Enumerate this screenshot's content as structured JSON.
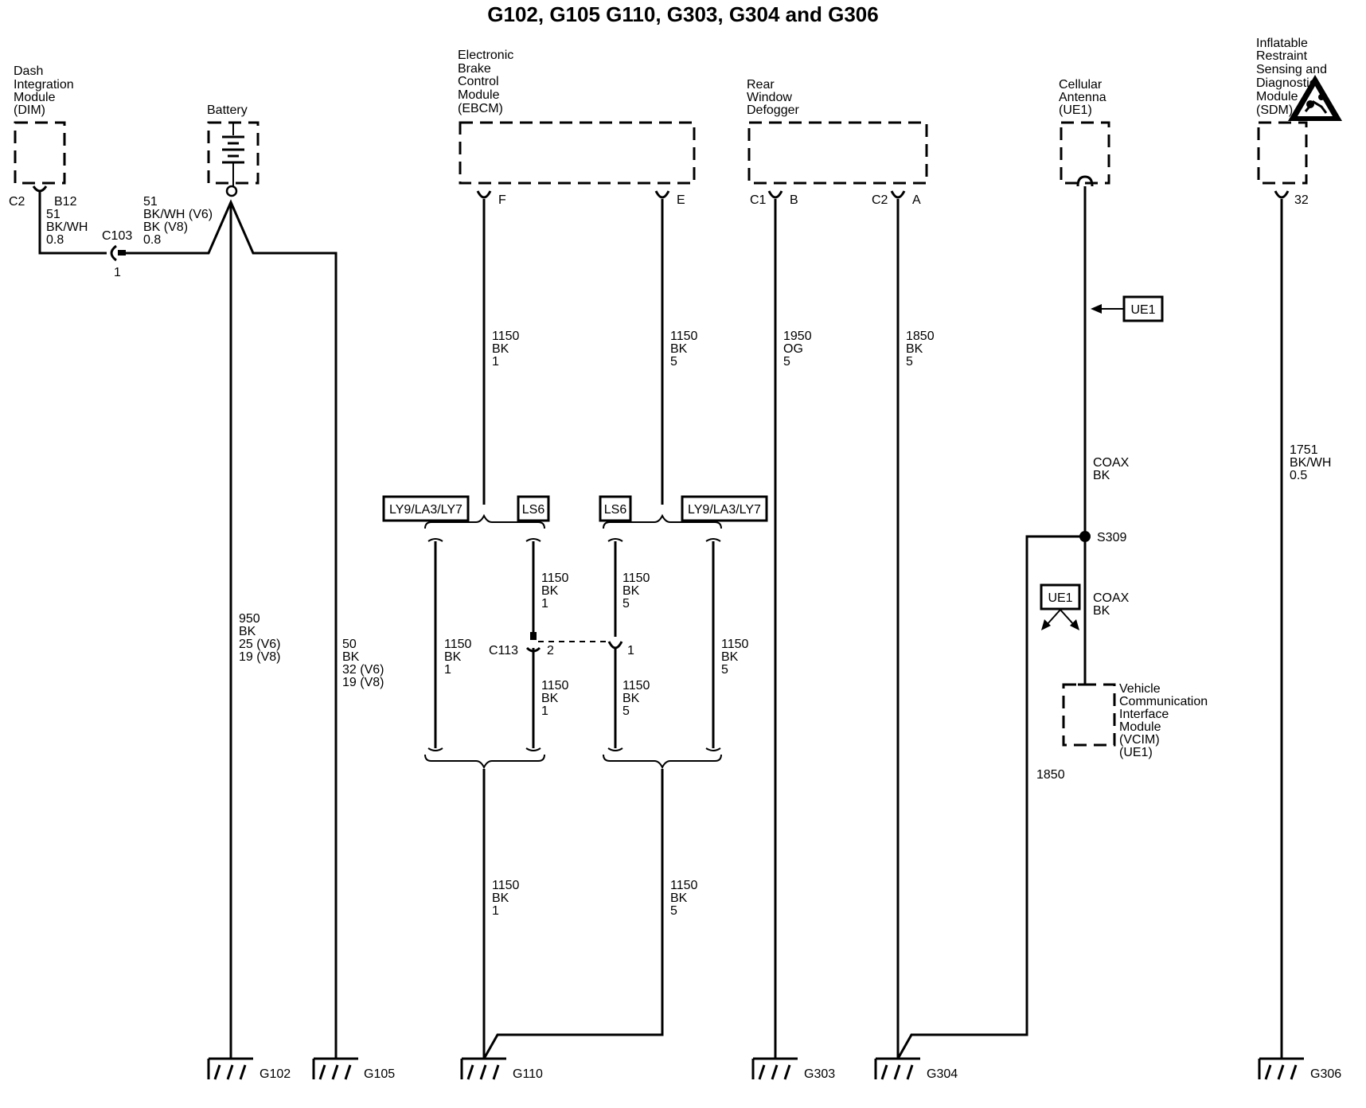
{
  "title": "G102, G105 G110, G303, G304 and G306",
  "components": {
    "dim": [
      "Dash",
      "Integration",
      "Module",
      "(DIM)"
    ],
    "battery": [
      "Battery"
    ],
    "ebcm": [
      "Electronic",
      "Brake",
      "Control",
      "Module",
      "(EBCM)"
    ],
    "defogger": [
      "Rear",
      "Window",
      "Defogger"
    ],
    "antenna": [
      "Cellular",
      "Antenna",
      "(UE1)"
    ],
    "sdm": [
      "Inflatable",
      "Restraint",
      "Sensing and",
      "Diagnostic",
      "Module",
      "(SDM)"
    ],
    "vcim": [
      "Vehicle",
      "Communication",
      "Interface",
      "Module",
      "(VCIM)",
      "(UE1)"
    ]
  },
  "connectors": {
    "dim_conn": "C2",
    "dim_pin": "B12",
    "c103": "C103",
    "c103_pin": "1",
    "ebcm_f": "F",
    "ebcm_e": "E",
    "def_c1": "C1",
    "def_b": "B",
    "def_c2": "C2",
    "def_a": "A",
    "sdm_pin": "32",
    "c113": "C113",
    "c113_pin2": "2",
    "c113_pin1": "1",
    "s309": "S309"
  },
  "wires": {
    "dim_wire": [
      "51",
      "BK/WH",
      "0.8"
    ],
    "bat_wire": [
      "51",
      "BK/WH (V6)",
      "BK (V8)",
      "0.8"
    ],
    "g102_wire": [
      "950",
      "BK",
      "25 (V6)",
      "19 (V8)"
    ],
    "g105_wire": [
      "50",
      "BK",
      "32 (V6)",
      "19 (V8)"
    ],
    "ebcm_f_wire": [
      "1150",
      "BK",
      "1"
    ],
    "ebcm_e_wire": [
      "1150",
      "BK",
      "5"
    ],
    "def_b_wire": [
      "1950",
      "OG",
      "5"
    ],
    "def_a_wire": [
      "1850",
      "BK",
      "5"
    ],
    "coax1": [
      "COAX",
      "BK"
    ],
    "coax2": [
      "COAX",
      "BK"
    ],
    "sdm_wire": [
      "1751",
      "BK/WH",
      "0.5"
    ],
    "mid1_left": [
      "1150",
      "BK",
      "1"
    ],
    "mid1_top": [
      "1150",
      "BK",
      "1"
    ],
    "mid1_bot": [
      "1150",
      "BK",
      "1"
    ],
    "mid2_top": [
      "1150",
      "BK",
      "5"
    ],
    "mid2_bot": [
      "1150",
      "BK",
      "5"
    ],
    "mid2_right": [
      "1150",
      "BK",
      "5"
    ],
    "g110_wire": [
      "1150",
      "BK",
      "1"
    ],
    "g110_wire2": [
      "1150",
      "BK",
      "5"
    ],
    "s309_wire": "1850"
  },
  "options": {
    "opt1": "LY9/LA3/LY7",
    "opt2": "LS6",
    "opt3": "LS6",
    "opt4": "LY9/LA3/LY7",
    "ue1_a": "UE1",
    "ue1_b": "UE1"
  },
  "grounds": {
    "g102": "G102",
    "g105": "G105",
    "g110": "G110",
    "g303": "G303",
    "g304": "G304",
    "g306": "G306"
  },
  "icons": {
    "airbag": "airbag-warning-icon",
    "ground": "ground-symbol-icon",
    "battery": "battery-symbol-icon"
  }
}
